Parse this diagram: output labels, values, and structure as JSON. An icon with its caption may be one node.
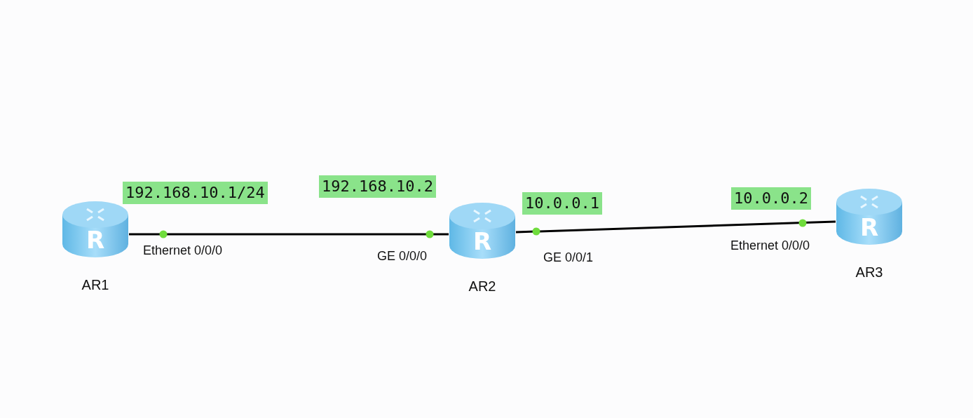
{
  "diagram": {
    "nodes": [
      {
        "text": [
          "R",
          "AR1"
        ]
      },
      {
        "text": [
          "R",
          "AR2"
        ]
      },
      {
        "text": [
          "R",
          "AR3"
        ]
      }
    ],
    "edges": [
      {
        "from": 0,
        "to": 1,
        "arrow": "none"
      },
      {
        "from": 1,
        "to": 2,
        "arrow": "none"
      }
    ],
    "labels": [
      "192.168.10.1/24",
      "192.168.10.2",
      "10.0.0.1",
      "10.0.0.2",
      "Ethernet 0/0/0",
      "GE 0/0/0",
      "GE 0/0/1",
      "Ethernet 0/0/0"
    ]
  }
}
